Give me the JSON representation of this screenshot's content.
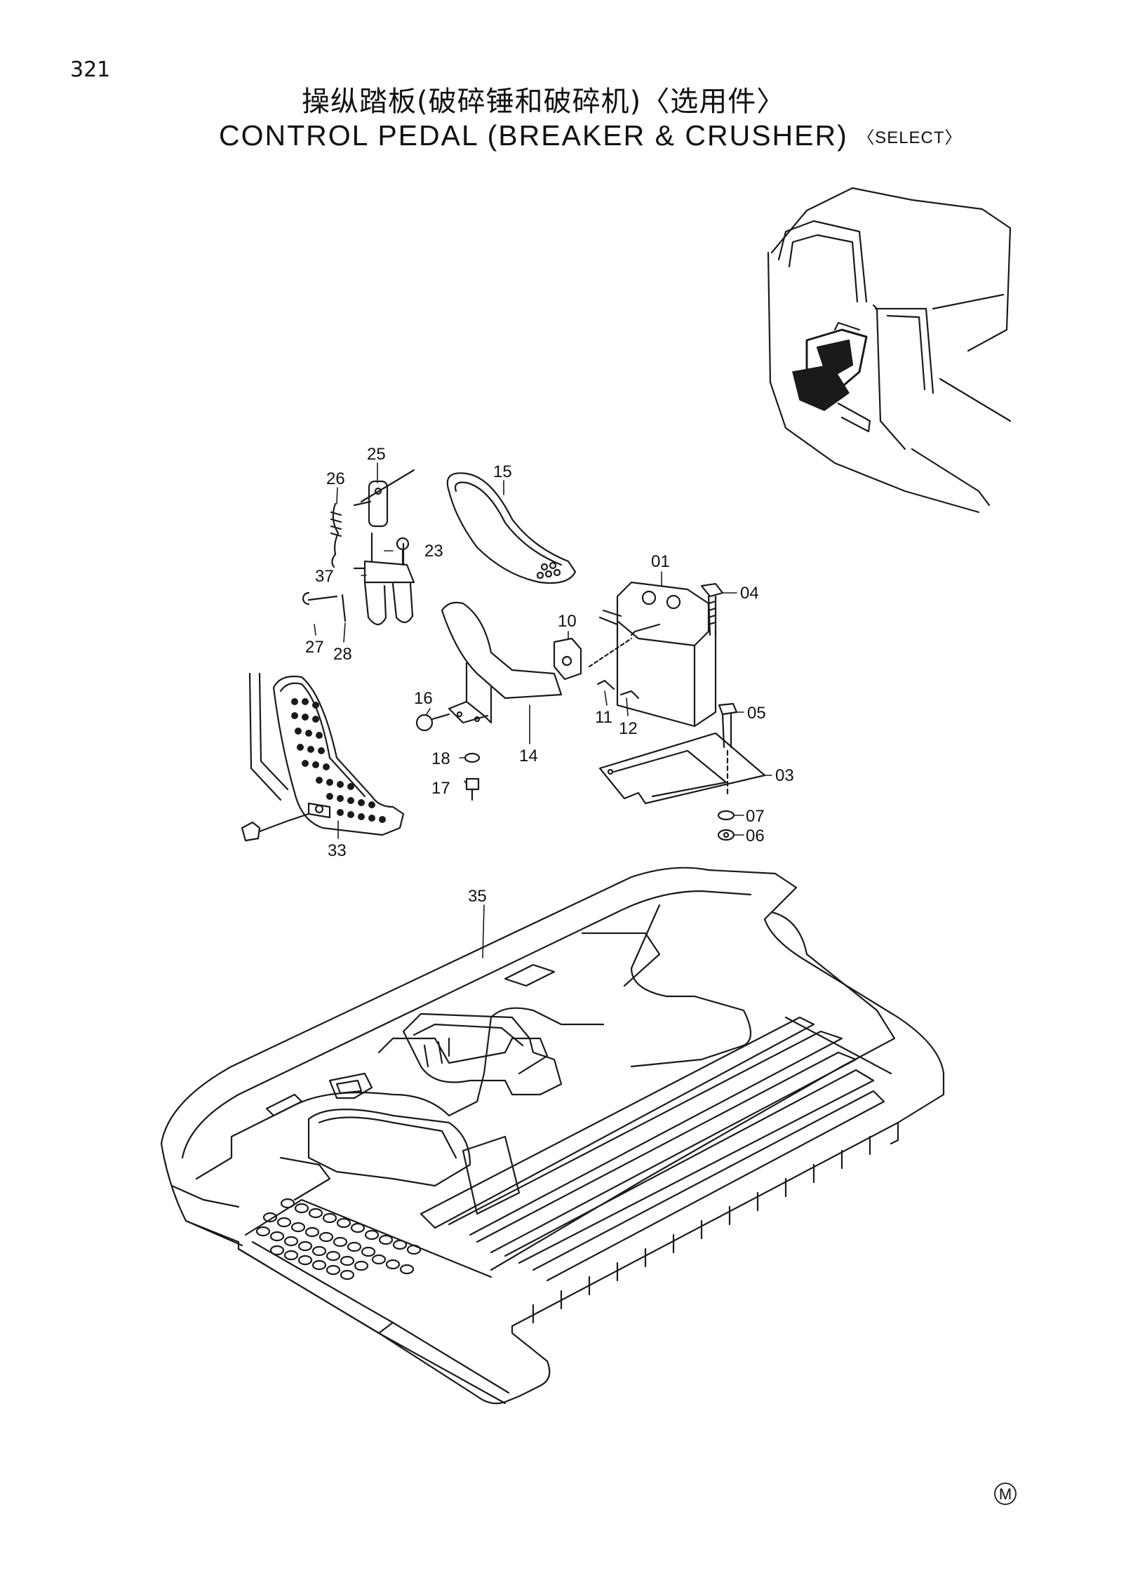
{
  "page": {
    "number": "321",
    "title_cn": "操纵踏板(破碎锤和破碎机)〈选用件〉",
    "title_en": "CONTROL PEDAL (BREAKER & CRUSHER)",
    "title_en_suffix": "〈SELECT〉"
  },
  "parts": [
    {
      "id": "p01",
      "label": "01"
    },
    {
      "id": "p03",
      "label": "03"
    },
    {
      "id": "p04",
      "label": "04"
    },
    {
      "id": "p05",
      "label": "05"
    },
    {
      "id": "p06",
      "label": "06"
    },
    {
      "id": "p07",
      "label": "07"
    },
    {
      "id": "p10",
      "label": "10"
    },
    {
      "id": "p11",
      "label": "11"
    },
    {
      "id": "p12",
      "label": "12"
    },
    {
      "id": "p14",
      "label": "14"
    },
    {
      "id": "p15",
      "label": "15"
    },
    {
      "id": "p16",
      "label": "16"
    },
    {
      "id": "p17",
      "label": "17"
    },
    {
      "id": "p18",
      "label": "18"
    },
    {
      "id": "p23",
      "label": "23"
    },
    {
      "id": "p25",
      "label": "25"
    },
    {
      "id": "p26",
      "label": "26"
    },
    {
      "id": "p27",
      "label": "27"
    },
    {
      "id": "p28",
      "label": "28"
    },
    {
      "id": "p33",
      "label": "33"
    },
    {
      "id": "p35",
      "label": "35"
    },
    {
      "id": "p37",
      "label": "37"
    }
  ],
  "marker": "M",
  "icons": {
    "cab": "excavator-cab-icon",
    "floor_mat": "floor-mat-icon",
    "pedal": "pedal-icon",
    "control_box": "control-box-icon"
  },
  "colors": {
    "line": "#1a1a1a",
    "paper": "#ffffff"
  }
}
